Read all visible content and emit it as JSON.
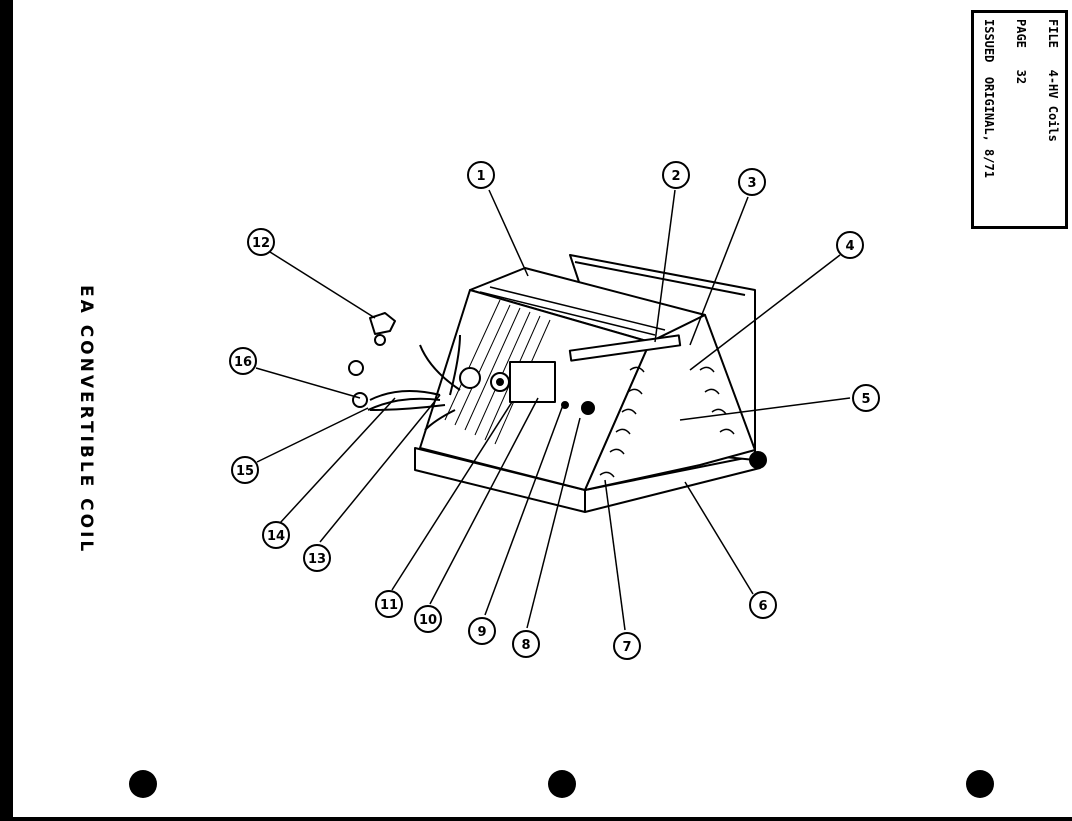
{
  "title": "EA CONVERTIBLE COIL",
  "file_block": {
    "file_label": "FILE",
    "file_value": "4-HV Coils",
    "page_label": "PAGE",
    "page_value": "32",
    "issued_label": "ISSUED",
    "issued_value": "ORIGINAL, 8/71"
  },
  "callouts": [
    "1",
    "2",
    "3",
    "4",
    "5",
    "6",
    "7",
    "8",
    "9",
    "10",
    "11",
    "12",
    "13",
    "14",
    "15",
    "16"
  ]
}
